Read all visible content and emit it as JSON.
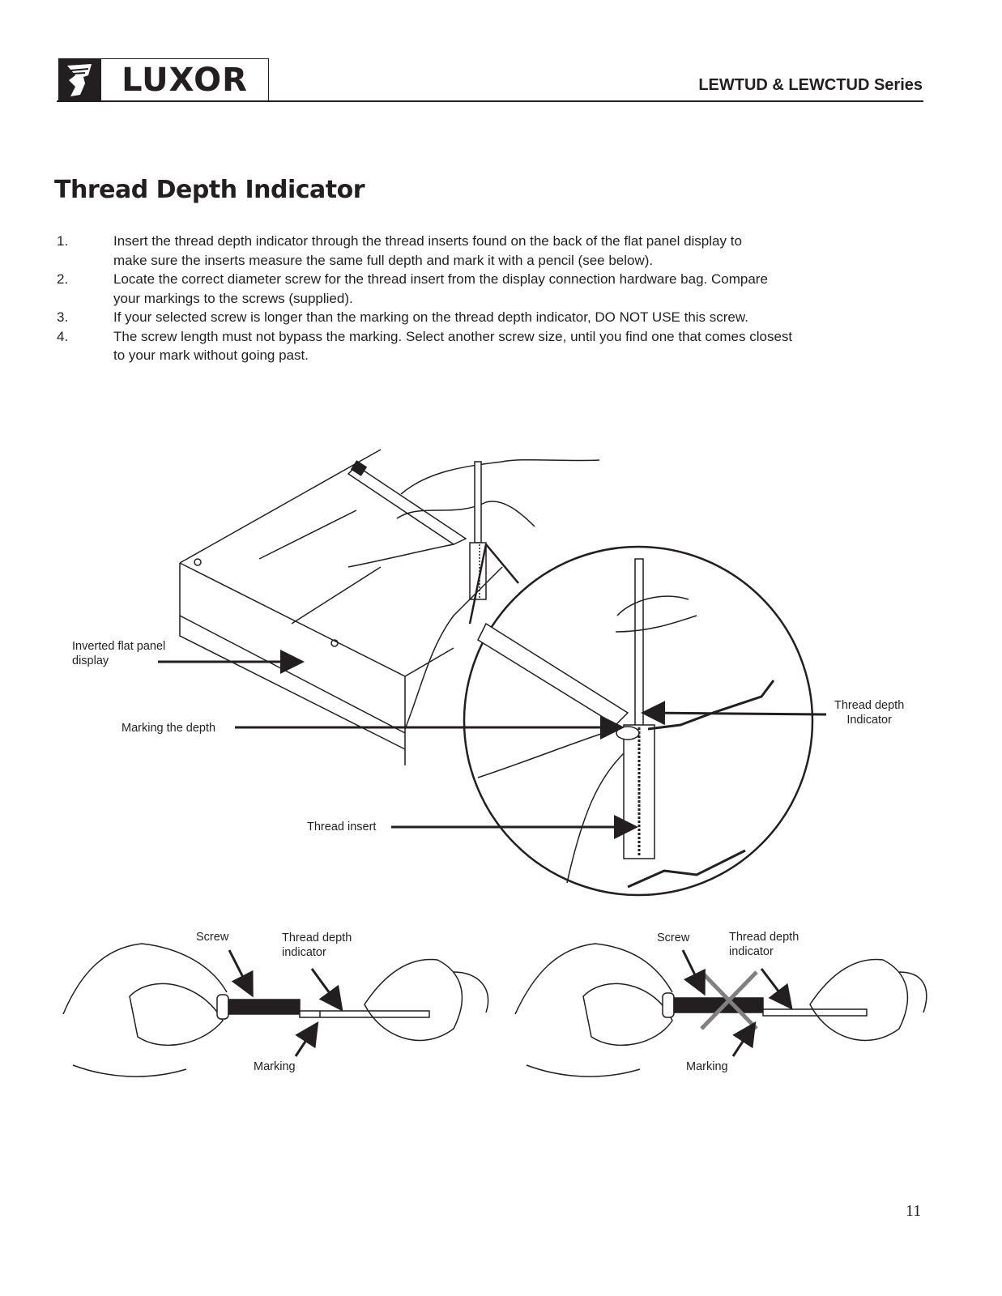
{
  "header": {
    "brand": "LUXOR",
    "series": "LEWTUD & LEWCTUD Series"
  },
  "section_title": "Thread Depth Indicator",
  "steps": [
    {
      "num": "1.",
      "lines": [
        "Insert the thread depth indicator through the  thread inserts found on the back of the flat panel display to",
        "make sure the inserts measure the same full depth and mark it with a pencil (see below)."
      ]
    },
    {
      "num": "2.",
      "lines": [
        "Locate the correct diameter screw for the thread insert from the display connection hardware bag.  Compare",
        "your markings to the screws (supplied)."
      ]
    },
    {
      "num": "3.",
      "lines": [
        "If your selected screw is longer than the marking on the thread depth indicator, DO NOT USE this screw."
      ]
    },
    {
      "num": "4.",
      "lines": [
        "The screw length must not bypass the marking.  Select another screw size, until you find one that comes closest",
        "to your mark without going past."
      ]
    }
  ],
  "figure_labels": {
    "inverted_panel": [
      "Inverted flat panel",
      "display"
    ],
    "marking_depth": "Marking the depth",
    "thread_depth_indicator": [
      "Thread depth",
      "Indicator"
    ],
    "thread_insert": "Thread insert"
  },
  "bottom_left": {
    "screw": "Screw",
    "indicator": [
      "Thread depth",
      "indicator"
    ],
    "marking": "Marking"
  },
  "bottom_right": {
    "screw": "Screw",
    "indicator": [
      "Thread depth",
      "indicator"
    ],
    "marking": "Marking"
  },
  "page_number": "11",
  "colors": {
    "ink": "#231f20",
    "cross": "#808080"
  }
}
